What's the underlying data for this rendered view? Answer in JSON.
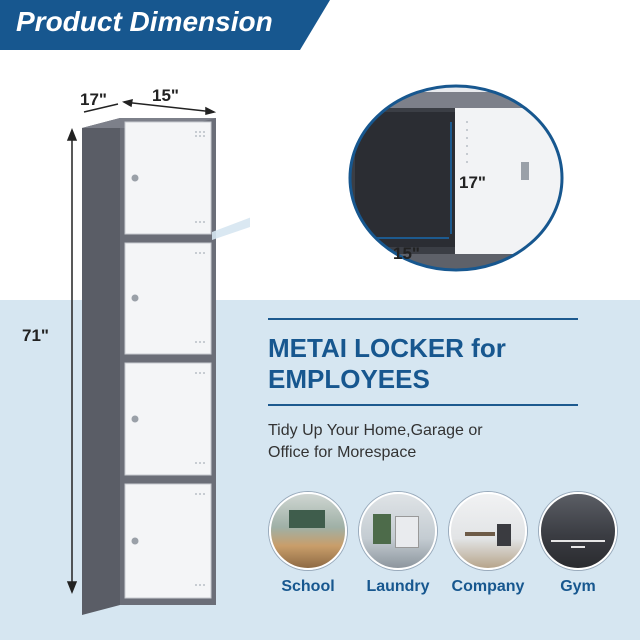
{
  "banner": {
    "title": "Product Dimension",
    "color": "#17578f"
  },
  "dimensions": {
    "depth": "17\"",
    "width": "15\"",
    "height": "71\""
  },
  "zoom": {
    "compartment_height": "17\"",
    "compartment_width": "15\""
  },
  "headline": {
    "line1": "METAI LOCKER for",
    "line2": "EMPLOYEES"
  },
  "subtitle": {
    "line1": "Tidy Up Your Home,Garage or",
    "line2": "Office for Morespace"
  },
  "categories": [
    {
      "label": "School",
      "icon": "classroom"
    },
    {
      "label": "Laundry",
      "icon": "laundry-room"
    },
    {
      "label": "Company",
      "icon": "office"
    },
    {
      "label": "Gym",
      "icon": "gym"
    }
  ],
  "colors": {
    "accent": "#17578f",
    "band": "#d6e6f1",
    "locker_frame": "#6b6e78",
    "door": "#f4f5f7"
  }
}
